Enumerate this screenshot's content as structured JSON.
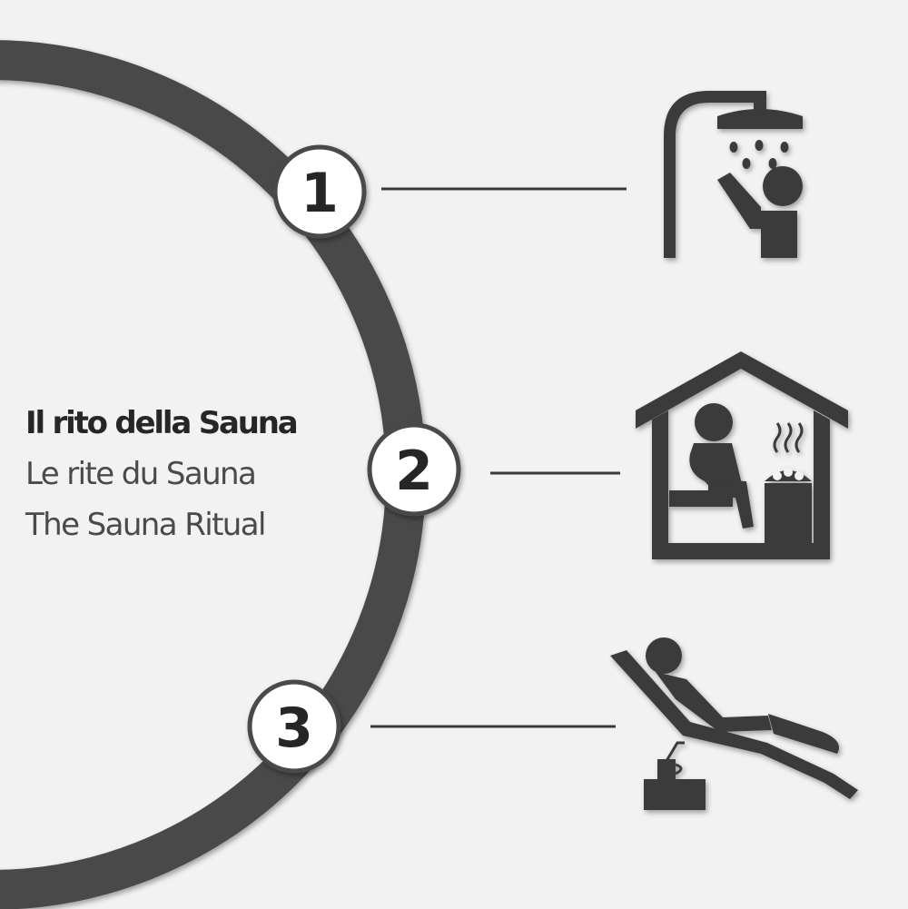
{
  "title": {
    "italian": "Il rito della Sauna",
    "french": "Le rite du Sauna",
    "english": "The Sauna Ritual"
  },
  "steps": [
    {
      "number": "1",
      "icon": "shower-person-icon"
    },
    {
      "number": "2",
      "icon": "sauna-person-icon"
    },
    {
      "number": "3",
      "icon": "lounger-relax-icon"
    }
  ],
  "colors": {
    "background": "#f2f2f2",
    "ring": "#4a4a4a",
    "icon": "#3a3a3a",
    "badge_fill": "#ffffff",
    "badge_stroke": "#4a4a4a"
  }
}
